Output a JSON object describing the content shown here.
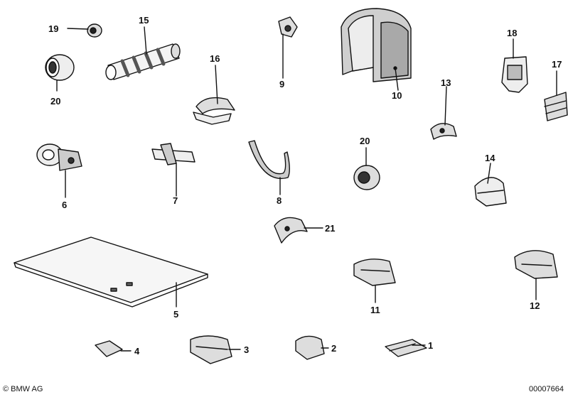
{
  "diagram": {
    "parts": [
      {
        "id": "part-1",
        "label": "1"
      },
      {
        "id": "part-2",
        "label": "2"
      },
      {
        "id": "part-3",
        "label": "3"
      },
      {
        "id": "part-4",
        "label": "4"
      },
      {
        "id": "part-5",
        "label": "5"
      },
      {
        "id": "part-6",
        "label": "6"
      },
      {
        "id": "part-7",
        "label": "7"
      },
      {
        "id": "part-8",
        "label": "8"
      },
      {
        "id": "part-9",
        "label": "9"
      },
      {
        "id": "part-10",
        "label": "10"
      },
      {
        "id": "part-11",
        "label": "11"
      },
      {
        "id": "part-12",
        "label": "12"
      },
      {
        "id": "part-13",
        "label": "13"
      },
      {
        "id": "part-14",
        "label": "14"
      },
      {
        "id": "part-15",
        "label": "15"
      },
      {
        "id": "part-16",
        "label": "16"
      },
      {
        "id": "part-17",
        "label": "17"
      },
      {
        "id": "part-18",
        "label": "18"
      },
      {
        "id": "part-19",
        "label": "19"
      },
      {
        "id": "part-20a",
        "label": "20"
      },
      {
        "id": "part-20b",
        "label": "20"
      },
      {
        "id": "part-21",
        "label": "21"
      }
    ]
  },
  "footer": {
    "copyright": "© BMW AG",
    "doc_number": "00007664"
  }
}
